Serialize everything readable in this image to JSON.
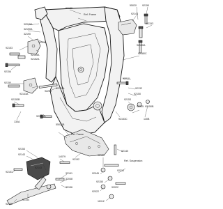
{
  "diagram": {
    "labels": [
      {
        "id": "l92150_top",
        "text": "92150"
      },
      {
        "id": "l92150_tr",
        "text": "92150"
      },
      {
        "id": "l55020",
        "text": "55020"
      },
      {
        "id": "l92143_tr",
        "text": "92143"
      },
      {
        "id": "l92153_tr",
        "text": "92153"
      },
      {
        "id": "l92015A",
        "text": "92015A"
      },
      {
        "id": "l32190A",
        "text": "32190A"
      },
      {
        "id": "l32190",
        "text": "32190"
      },
      {
        "id": "l92153_l1",
        "text": "92153"
      },
      {
        "id": "l92015",
        "text": "92015"
      },
      {
        "id": "l92153A",
        "text": "92153A"
      },
      {
        "id": "l92152A",
        "text": "92152A"
      },
      {
        "id": "l92154",
        "text": "92154"
      },
      {
        "id": "l92210",
        "text": "92210"
      },
      {
        "id": "l92150_l2",
        "text": "92150"
      },
      {
        "id": "l92143A",
        "text": "92143A"
      },
      {
        "id": "l92219A",
        "text": "92219A"
      },
      {
        "id": "l92153B",
        "text": "92153B"
      },
      {
        "id": "l130A",
        "text": "130A"
      },
      {
        "id": "l92180B",
        "text": "92180B"
      },
      {
        "id": "l92150A",
        "text": "92150A"
      },
      {
        "id": "l92180C",
        "text": "92180C"
      },
      {
        "id": "l92210_r",
        "text": "92210"
      },
      {
        "id": "l92132",
        "text": "92132"
      },
      {
        "id": "l92150_r2",
        "text": "92150"
      },
      {
        "id": "l92153_r",
        "text": "92153"
      },
      {
        "id": "l92045",
        "text": "92045"
      },
      {
        "id": "l92150B",
        "text": "92150B"
      },
      {
        "id": "l130B",
        "text": "130B"
      },
      {
        "id": "l92153C",
        "text": "92153C"
      },
      {
        "id": "l55020B",
        "text": "55020B"
      },
      {
        "id": "l92153_b",
        "text": "92153"
      },
      {
        "id": "l92143_b",
        "text": "92143"
      },
      {
        "id": "l14079",
        "text": "14079"
      },
      {
        "id": "l92152",
        "text": "92152"
      },
      {
        "id": "l92150_b",
        "text": "92150"
      },
      {
        "id": "l92140",
        "text": "92140"
      },
      {
        "id": "l92143_b2",
        "text": "92143"
      },
      {
        "id": "l92153_b2",
        "text": "92153"
      },
      {
        "id": "l32191",
        "text": "32191"
      },
      {
        "id": "l32048",
        "text": "32048"
      },
      {
        "id": "l92045_b",
        "text": "92045"
      },
      {
        "id": "l92150_b3",
        "text": "92150"
      },
      {
        "id": "l92022",
        "text": "92022"
      },
      {
        "id": "l92210_b",
        "text": "92210"
      },
      {
        "id": "l11012",
        "text": "11012"
      },
      {
        "id": "l92022_b",
        "text": "92022"
      },
      {
        "id": "l92154_b",
        "text": "92154"
      },
      {
        "id": "l39156",
        "text": "39156"
      },
      {
        "id": "l92150_b4",
        "text": "92150"
      }
    ],
    "refs": [
      {
        "id": "ref_frame",
        "text": "Ref. Frame"
      },
      {
        "id": "ref_frame2",
        "text": "Ref. Frame"
      },
      {
        "id": "ref_suspension",
        "text": "Ref. Suspension"
      }
    ]
  }
}
